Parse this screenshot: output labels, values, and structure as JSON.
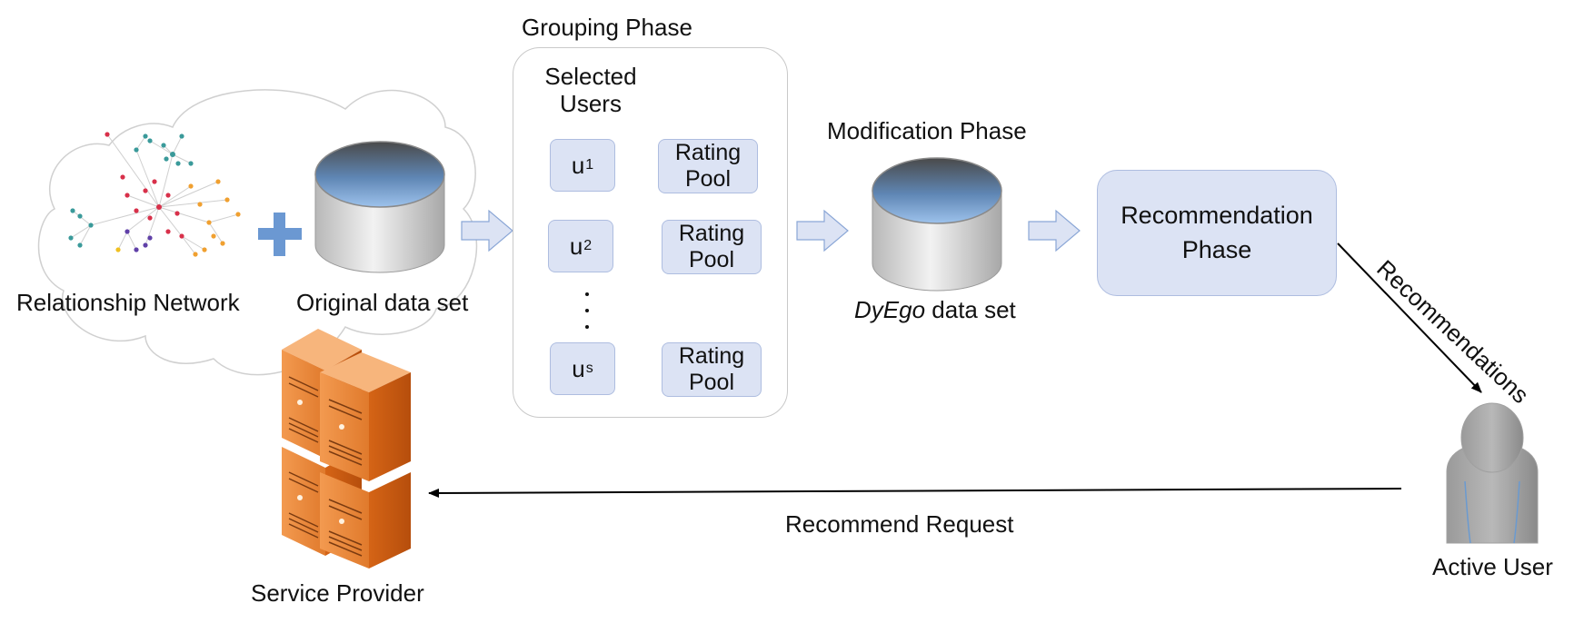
{
  "network_label": "Relationship Network",
  "original_label": "Original data set",
  "grouping": {
    "title": "Grouping Phase",
    "selected_users": [
      "Selected",
      "Users"
    ],
    "rows": [
      {
        "user": "u",
        "sub": "1",
        "pool_line1": "Rating",
        "pool_line2": "Pool"
      },
      {
        "user": "u",
        "sub": "2",
        "pool_line1": "Rating",
        "pool_line2": "Pool"
      },
      {
        "user": "u",
        "sub": "s",
        "pool_line1": "Rating",
        "pool_line2": "Pool"
      }
    ]
  },
  "modification": {
    "title": "Modification Phase",
    "dataset_italic": "DyEgo",
    "dataset_rest": " data set"
  },
  "recommendation": {
    "line1": "Recommendation",
    "line2": "Phase"
  },
  "recommendations_label": "Recommendations",
  "active_user_label": "Active User",
  "request_label": "Recommend Request",
  "service_label": "Service Provider",
  "colors": {
    "box_fill": "#dce3f4",
    "box_border": "#aebde0",
    "arrow_blue": "#4a86d0",
    "server_orange": "#e0701e",
    "network_teal": "#3a9a9a",
    "network_red": "#d8304a",
    "network_orange": "#f0a030",
    "network_purple": "#6040a8"
  }
}
